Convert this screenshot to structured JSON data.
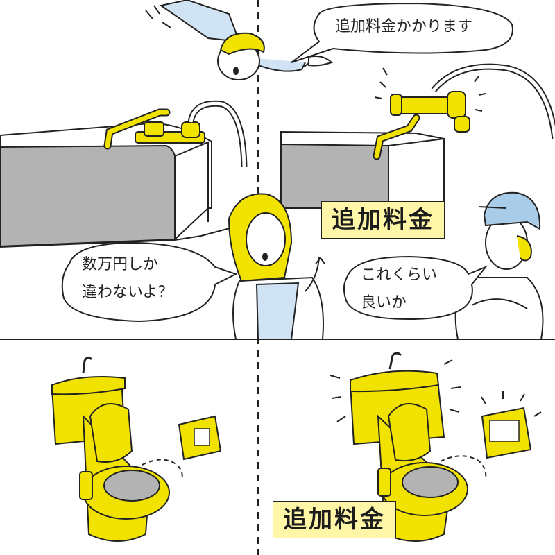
{
  "comic": {
    "panel_top_right": {
      "speech": "追加料金かかります",
      "price_tag": "追加料金"
    },
    "panel_top_left": {
      "speech_line1": "数万円しか",
      "speech_line2": "違わないよ？"
    },
    "panel_top_right_customer": {
      "speech_line1": "これくらい",
      "speech_line2": "良いか"
    },
    "panel_bottom_right": {
      "price_tag": "追加料金"
    }
  },
  "colors": {
    "accent_yellow": "#f2e200",
    "outline": "#222222",
    "tub_gray": "#b3b3b3",
    "shirt_blue": "#cfe3f4",
    "cap_blue": "#a9cde8",
    "tag_bg": "#fff6a8"
  }
}
